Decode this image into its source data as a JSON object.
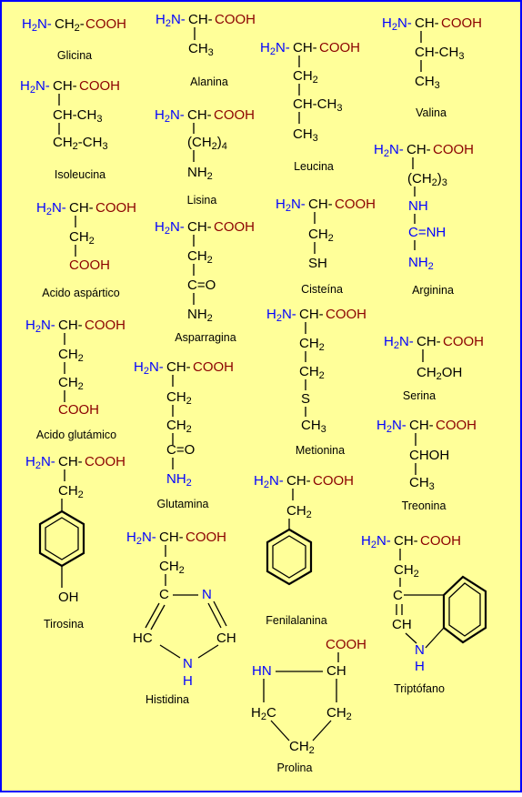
{
  "groups": {
    "amino": "H",
    "amino_sub": "2",
    "amino_tail": "N-",
    "ch": "CH-",
    "cooh": "COOH",
    "ch2": "CH",
    "two": "2",
    "ch3": "CH",
    "three": "3"
  },
  "names": {
    "glicina": "Glicina",
    "alanina": "Alanina",
    "leucina": "Leucina",
    "valina": "Valina",
    "isoleucina": "Isoleucina",
    "lisina": "Lisina",
    "arginina": "Arginina",
    "aspartico": "Acido aspártico",
    "asparragina": "Asparragina",
    "cisteina": "Cisteína",
    "glutamico": "Acido glutámico",
    "metionina": "Metionina",
    "serina": "Serina",
    "glutamina": "Glutamina",
    "treonina": "Treonina",
    "tirosina": "Tirosina",
    "fenilalanina": "Fenilalanina",
    "histidina": "Histidina",
    "triptofano": "Triptófano",
    "prolina": "Prolina"
  },
  "side": {
    "gly_mid": "CH",
    "ile_1": "CH-CH",
    "ile_2": "CH",
    "ile_2b": "-CH",
    "val_1": "CH-CH",
    "leu_2": "CH-CH",
    "lys_1": "(CH",
    "lys_1b": ")",
    "lys_1c": "4",
    "lys_2": "NH",
    "arg_1": "(CH",
    "arg_1b": ")",
    "arg_1c": "3",
    "arg_nh": "NH",
    "arg_c": "C=NH",
    "arg_nh2": "NH",
    "cys_sh": "SH",
    "asn_c": "C=O",
    "nh2": "NH",
    "met_s": "S",
    "ser_oh": "CH",
    "ser_oh2": "OH",
    "thr_choh": "CHOH",
    "oh": "OH",
    "his_c": "C",
    "his_n": "N",
    "his_hc": "HC",
    "his_ch": "CH",
    "his_nh_n": "N",
    "his_nh_h": "H",
    "trp_c": "C",
    "trp_ch": "CH",
    "trp_n": "N",
    "trp_h": "H",
    "pro_hn": "HN",
    "pro_ch": "CH",
    "pro_h": "H",
    "pro_c": "C"
  },
  "colors": {
    "background": "#ffff99",
    "border": "#0000ff",
    "amino_group": "#0000ff",
    "carboxyl_group": "#8b0000",
    "side_chain": "#000000"
  }
}
